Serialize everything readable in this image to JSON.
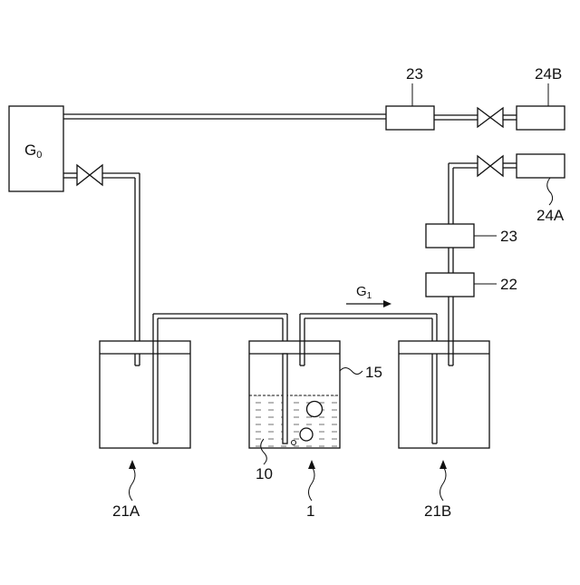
{
  "source": {
    "label": "G",
    "sub": "0"
  },
  "flow": {
    "label": "G",
    "sub": "1"
  },
  "labels": {
    "unit_23_top": "23",
    "unit_24B": "24B",
    "unit_24A": "24A",
    "unit_23_right": "23",
    "unit_22": "22",
    "container_15": "15",
    "liquid_10": "10",
    "vessel_21A": "21A",
    "vessel_1": "1",
    "vessel_21B": "21B"
  }
}
